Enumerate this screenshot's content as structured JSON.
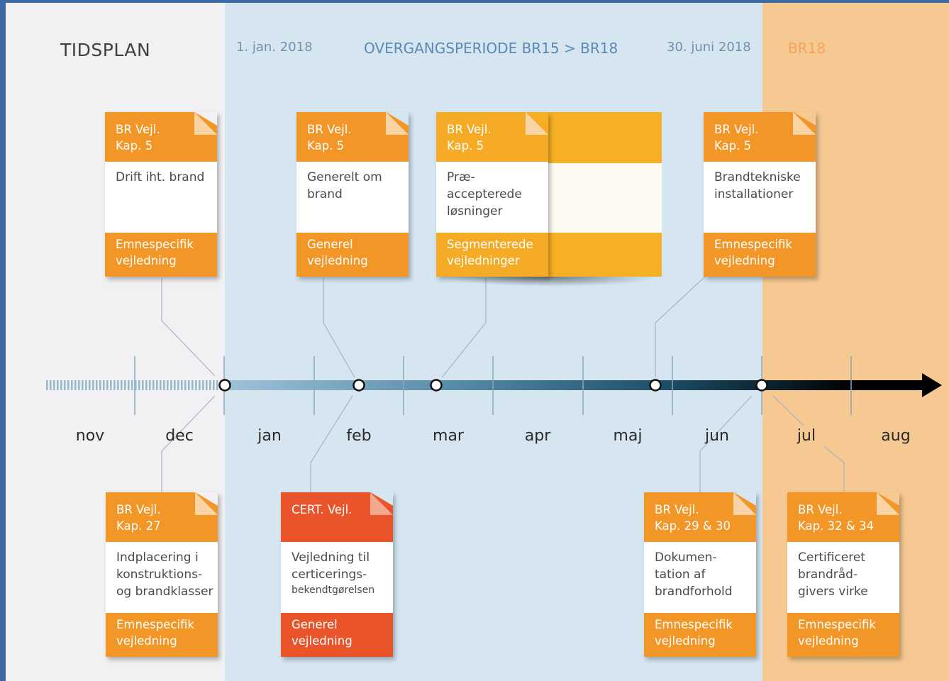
{
  "header": {
    "title": "TIDSPLAN",
    "date_start": "1. jan. 2018",
    "transition": "OVERGANGSPERIODE BR15 > BR18",
    "date_end": "30. juni 2018",
    "br18": "BR18"
  },
  "months": [
    "nov",
    "dec",
    "jan",
    "feb",
    "mar",
    "apr",
    "maj",
    "jun",
    "jul",
    "aug"
  ],
  "colors": {
    "orange": "#f39628",
    "red": "#e9542a",
    "yellow": "#f5ab25",
    "pre_zone": "#f1f1f3",
    "transition_zone": "#d5e6f1",
    "br18_zone": "#f6c892"
  },
  "cards_top": [
    {
      "head": "BR Vejl.\nKap. 5",
      "body": "Drift iht. brand",
      "foot": "Emnespecifik\nvejledning"
    },
    {
      "head": "BR Vejl.\nKap. 5",
      "body": "Generelt om\nbrand",
      "foot": "Generel\nvejledning"
    },
    {
      "head": "BR Vejl.\nKap. 5",
      "body": "Præ-\naccepterede\nløsninger",
      "foot": "Segmenterede\nvejledninger"
    },
    {
      "head": "BR Vejl.\nKap. 5",
      "body": "Brandtekniske\ninstallationer",
      "foot": "Emnespecifik\nvejledning"
    }
  ],
  "cards_bottom": [
    {
      "head": "BR Vejl.\nKap. 27",
      "body": "Indplacering i\nkonstruktions-\nog brandklasser",
      "foot": "Emnespecifik\nvejledning"
    },
    {
      "head": "CERT. Vejl.",
      "body": "Vejledning til\ncerticerings-",
      "body_small": "bekendtgørelsen",
      "foot": "Generel\nvejledning"
    },
    {
      "head": "BR Vejl.\nKap. 29 & 30",
      "body": "Dokumen-\ntation af\nbrandforhold",
      "foot": "Emnespecifik\nvejledning"
    },
    {
      "head": "BR Vejl.\nKap. 32 & 34",
      "body": "Certificeret\nbrandråd-\ngivers virke",
      "foot": "Emnespecifik\nvejledning"
    }
  ]
}
